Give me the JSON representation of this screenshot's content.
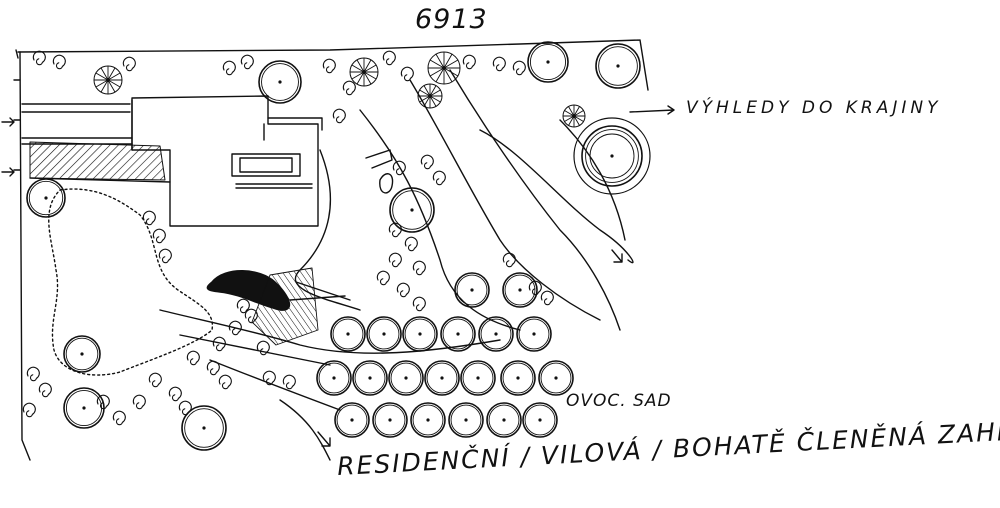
{
  "parcel_number": "6913",
  "view_label": "VÝHLEDY DO KRAJINY",
  "orchard_label": "OVOC. SAD",
  "caption": "RESIDENČNÍ / VILOVÁ / BOHATĚ ČLENĚNÁ ZAHRADA",
  "colors": {
    "ink": "#111111",
    "paper": "#ffffff"
  }
}
